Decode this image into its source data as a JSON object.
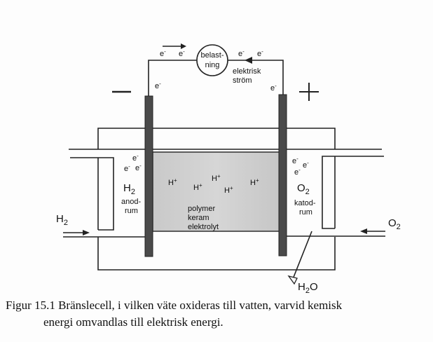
{
  "diagram": {
    "load": [
      "belast-",
      "ning"
    ],
    "electron": "e",
    "current_label": [
      "elektrisk",
      "ström"
    ],
    "minus": "−",
    "plus": "+",
    "anode_gas": "H",
    "cathode_gas": "O",
    "sub2": "2",
    "anode_room": [
      "anod-",
      "rum"
    ],
    "cathode_room": [
      "katod-",
      "rum"
    ],
    "proton": "H",
    "electrolyte": [
      "polymer",
      "keram",
      "elektrolyt"
    ],
    "water": "H",
    "water_o": "O"
  },
  "caption": {
    "line1": "Figur 15.1  Bränslecell, i vilken väte oxideras till vatten, varvid kemisk",
    "line2": "energi omvandlas till elektrisk energi."
  }
}
